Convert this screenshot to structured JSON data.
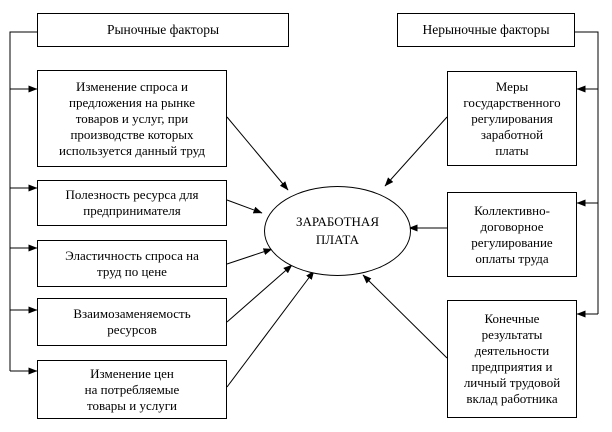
{
  "center": {
    "label": "ЗАРАБОТНАЯ\nПЛАТА"
  },
  "market": {
    "title": "Рыночные факторы",
    "factors": [
      "Изменение спроса и\nпредложения на рынке\nтоваров и услуг, при\nпроизводстве которых\nиспользуется данный труд",
      "Полезность ресурса для\nпредпринимателя",
      "Эластичность спроса на\nтруд по цене",
      "Взаимозаменяемость\nресурсов",
      "Изменение цен\nна потребляемые\nтовары и услуги"
    ]
  },
  "nonmarket": {
    "title": "Нерыночные факторы",
    "factors": [
      "Меры\nгосударственного\nрегулирования\nзаработной\nплаты",
      "Коллективно-\nдоговорное\nрегулирование\nоплаты труда",
      "Конечные\nрезультаты\nдеятельности\nпредприятия и\nличный трудовой\nвклад работника"
    ]
  }
}
